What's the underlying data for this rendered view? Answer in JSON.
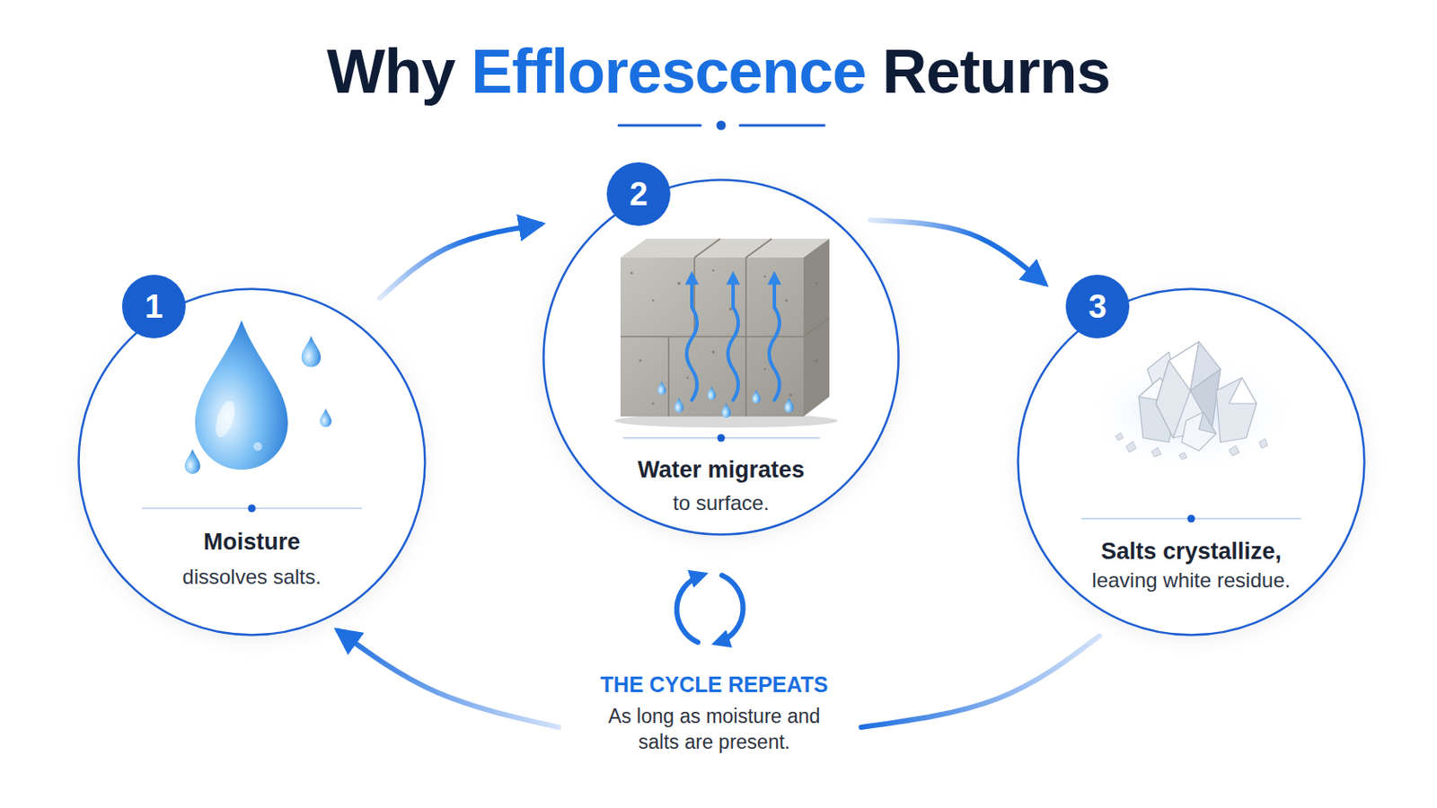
{
  "diagram": {
    "title": "Why Efflorescence Returns",
    "nodes": [
      {
        "text": [
          "1",
          "Moisture",
          "dissolves salts."
        ]
      },
      {
        "text": [
          "2",
          "Water migrates",
          "to surface."
        ]
      },
      {
        "text": [
          "3",
          "Salts crystallize,",
          "leaving white residue."
        ]
      }
    ],
    "edges": [
      {
        "from": 0,
        "to": 1,
        "arrow": "to"
      },
      {
        "from": 1,
        "to": 2,
        "arrow": "to"
      },
      {
        "from": 2,
        "to": 0,
        "arrow": "to"
      }
    ],
    "labels": [
      "THE CYCLE REPEATS",
      "As long as moisture and salts are present."
    ]
  }
}
